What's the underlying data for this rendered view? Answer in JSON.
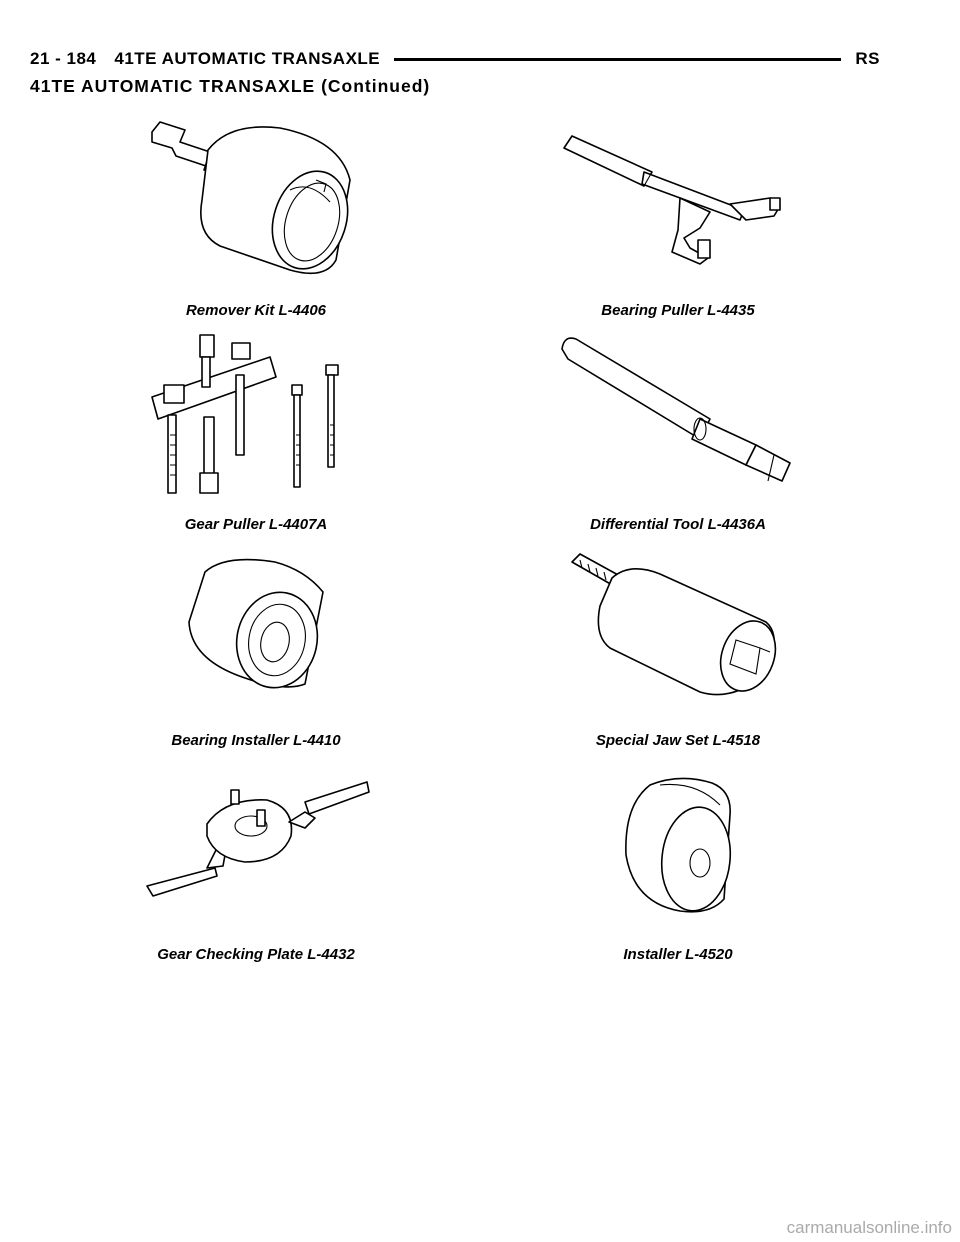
{
  "header": {
    "page_number": "21 - 184",
    "section_title": "41TE AUTOMATIC TRANSAXLE",
    "tag": "RS"
  },
  "subtitle": "41TE AUTOMATIC TRANSAXLE (Continued)",
  "tools": [
    {
      "caption": "Remover Kit L-4406"
    },
    {
      "caption": "Bearing Puller L-4435"
    },
    {
      "caption": "Gear Puller L-4407A"
    },
    {
      "caption": "Differential Tool L-4436A"
    },
    {
      "caption": "Bearing Installer L-4410"
    },
    {
      "caption": "Special Jaw Set L-4518"
    },
    {
      "caption": "Gear Checking Plate L-4432"
    },
    {
      "caption": "Installer L-4520"
    }
  ],
  "watermark": "carmanualsonline.info"
}
